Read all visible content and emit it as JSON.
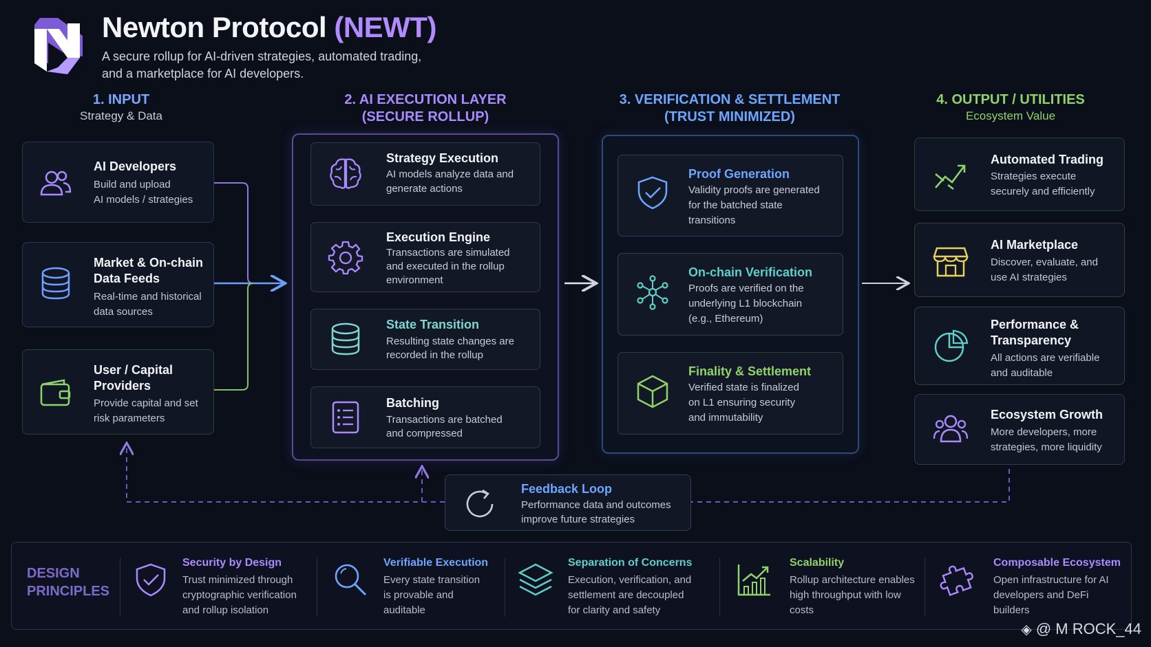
{
  "header": {
    "title_main": "Newton Protocol",
    "title_accent": "(NEWT)",
    "subtitle_line1": "A secure rollup for AI-driven strategies, automated trading,",
    "subtitle_line2": "and a marketplace for AI developers."
  },
  "columns": [
    {
      "heading": "1. INPUT",
      "heading2": "",
      "sub": "Strategy & Data",
      "color": "#7aa8ff"
    },
    {
      "heading": "2. AI EXECUTION LAYER",
      "heading2": "(SECURE ROLLUP)",
      "sub": "",
      "color": "#a98bff"
    },
    {
      "heading": "3. VERIFICATION & SETTLEMENT",
      "heading2": "(TRUST MINIMIZED)",
      "sub": "",
      "color": "#6ea6ff"
    },
    {
      "heading": "4. OUTPUT / UTILITIES",
      "heading2": "",
      "sub": "Ecosystem Value",
      "color": "#8fd46a"
    }
  ],
  "inputs": [
    {
      "title": "AI Developers",
      "title2": "",
      "desc": [
        "Build and upload",
        "AI models / strategies"
      ],
      "icon": "users-icon"
    },
    {
      "title": "Market & On-chain",
      "title2": "Data Feeds",
      "desc": [
        "Real-time and historical",
        "data sources"
      ],
      "icon": "database-icon"
    },
    {
      "title": "User / Capital",
      "title2": "Providers",
      "desc": [
        "Provide capital and set",
        "risk parameters"
      ],
      "icon": "wallet-icon"
    }
  ],
  "execution": [
    {
      "title": "Strategy Execution",
      "desc": [
        "AI models analyze data and",
        "generate actions"
      ],
      "icon": "brain-icon",
      "color": "#f2f3f7"
    },
    {
      "title": "Execution Engine",
      "desc": [
        "Transactions are simulated",
        "and executed in the rollup",
        "environment"
      ],
      "icon": "gear-icon",
      "color": "#f2f3f7"
    },
    {
      "title": "State Transition",
      "desc": [
        "Resulting state changes are",
        "recorded in the rollup"
      ],
      "icon": "database-icon",
      "color": "#7fd6d0"
    },
    {
      "title": "Batching",
      "desc": [
        "Transactions are batched",
        "and compressed"
      ],
      "icon": "list-icon",
      "color": "#f2f3f7"
    }
  ],
  "verification": [
    {
      "title": "Proof Generation",
      "desc": [
        "Validity proofs are generated",
        "for the batched state",
        "transitions"
      ],
      "icon": "shield-check-icon",
      "color": "#6ea6ff"
    },
    {
      "title": "On-chain Verification",
      "desc": [
        "Proofs are verified on the",
        "underlying L1 blockchain",
        "(e.g., Ethereum)"
      ],
      "icon": "network-icon",
      "color": "#5fd0c9"
    },
    {
      "title": "Finality & Settlement",
      "desc": [
        "Verified state is finalized",
        "on L1 ensuring security",
        "and immutability"
      ],
      "icon": "cube-icon",
      "color": "#8fd46a"
    }
  ],
  "outputs": [
    {
      "title": "Automated Trading",
      "title2": "",
      "desc": [
        "Strategies execute",
        "securely and efficiently"
      ],
      "icon": "trend-icon"
    },
    {
      "title": "AI Marketplace",
      "title2": "",
      "desc": [
        "Discover, evaluate, and",
        "use AI strategies"
      ],
      "icon": "store-icon"
    },
    {
      "title": "Performance &",
      "title2": "Transparency",
      "desc": [
        "All actions are verifiable",
        "and auditable"
      ],
      "icon": "pie-icon"
    },
    {
      "title": "Ecosystem Growth",
      "title2": "",
      "desc": [
        "More developers, more",
        "strategies, more liquidity"
      ],
      "icon": "users-icon"
    }
  ],
  "feedback": {
    "title": "Feedback Loop",
    "desc": [
      "Performance data and outcomes",
      "improve future strategies"
    ],
    "icon": "refresh-icon"
  },
  "principles": {
    "title": [
      "DESIGN",
      "PRINCIPLES"
    ],
    "items": [
      {
        "title": "Security by Design",
        "desc": [
          "Trust minimized through",
          "cryptographic verification",
          "and rollup isolation"
        ],
        "icon": "shield-check-icon",
        "color": "#a98bff"
      },
      {
        "title": "Verifiable Execution",
        "desc": [
          "Every state transition",
          "is provable and",
          "auditable"
        ],
        "icon": "search-icon",
        "color": "#6ea6ff"
      },
      {
        "title": "Separation of Concerns",
        "desc": [
          "Execution, verification, and",
          "settlement are decoupled",
          "for clarity and safety"
        ],
        "icon": "layers-icon",
        "color": "#5fd0c9"
      },
      {
        "title": "Scalability",
        "desc": [
          "Rollup architecture enables",
          "high throughput with low",
          "costs"
        ],
        "icon": "chart-growth-icon",
        "color": "#8fd46a"
      },
      {
        "title": "Composable Ecosystem",
        "desc": [
          "Open infrastructure for AI",
          "developers and DeFi",
          "builders"
        ],
        "icon": "puzzle-icon",
        "color": "#a98bff"
      }
    ]
  },
  "watermark": "@ M ROCK_44"
}
